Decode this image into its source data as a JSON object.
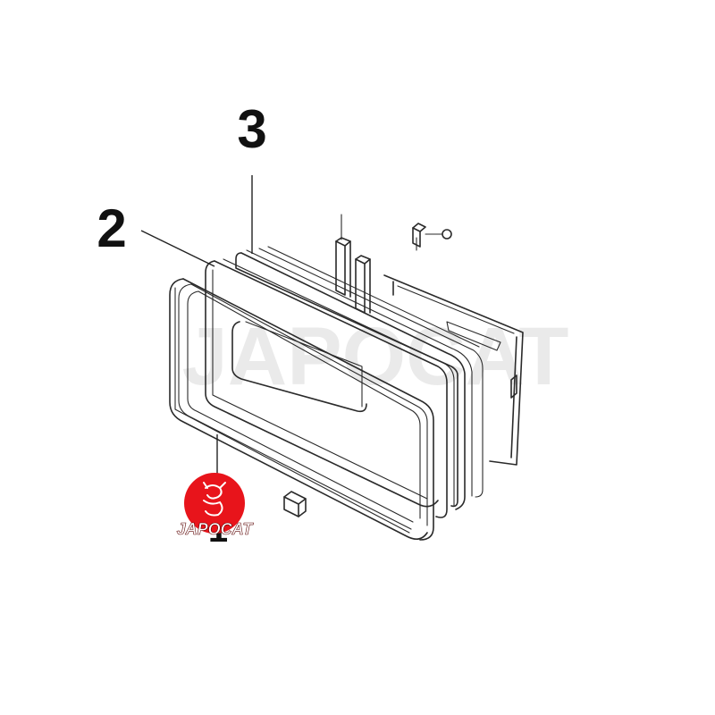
{
  "callouts": {
    "label_3": "3",
    "label_2": "2",
    "label_1": "1"
  },
  "watermark": {
    "text": "JAPOCAT"
  },
  "logo": {
    "text": "JAPOCAT",
    "badge_color": "#e8141b",
    "text_color": "#ffffff"
  },
  "colors": {
    "line": "#2a2a2a",
    "background": "#ffffff"
  }
}
